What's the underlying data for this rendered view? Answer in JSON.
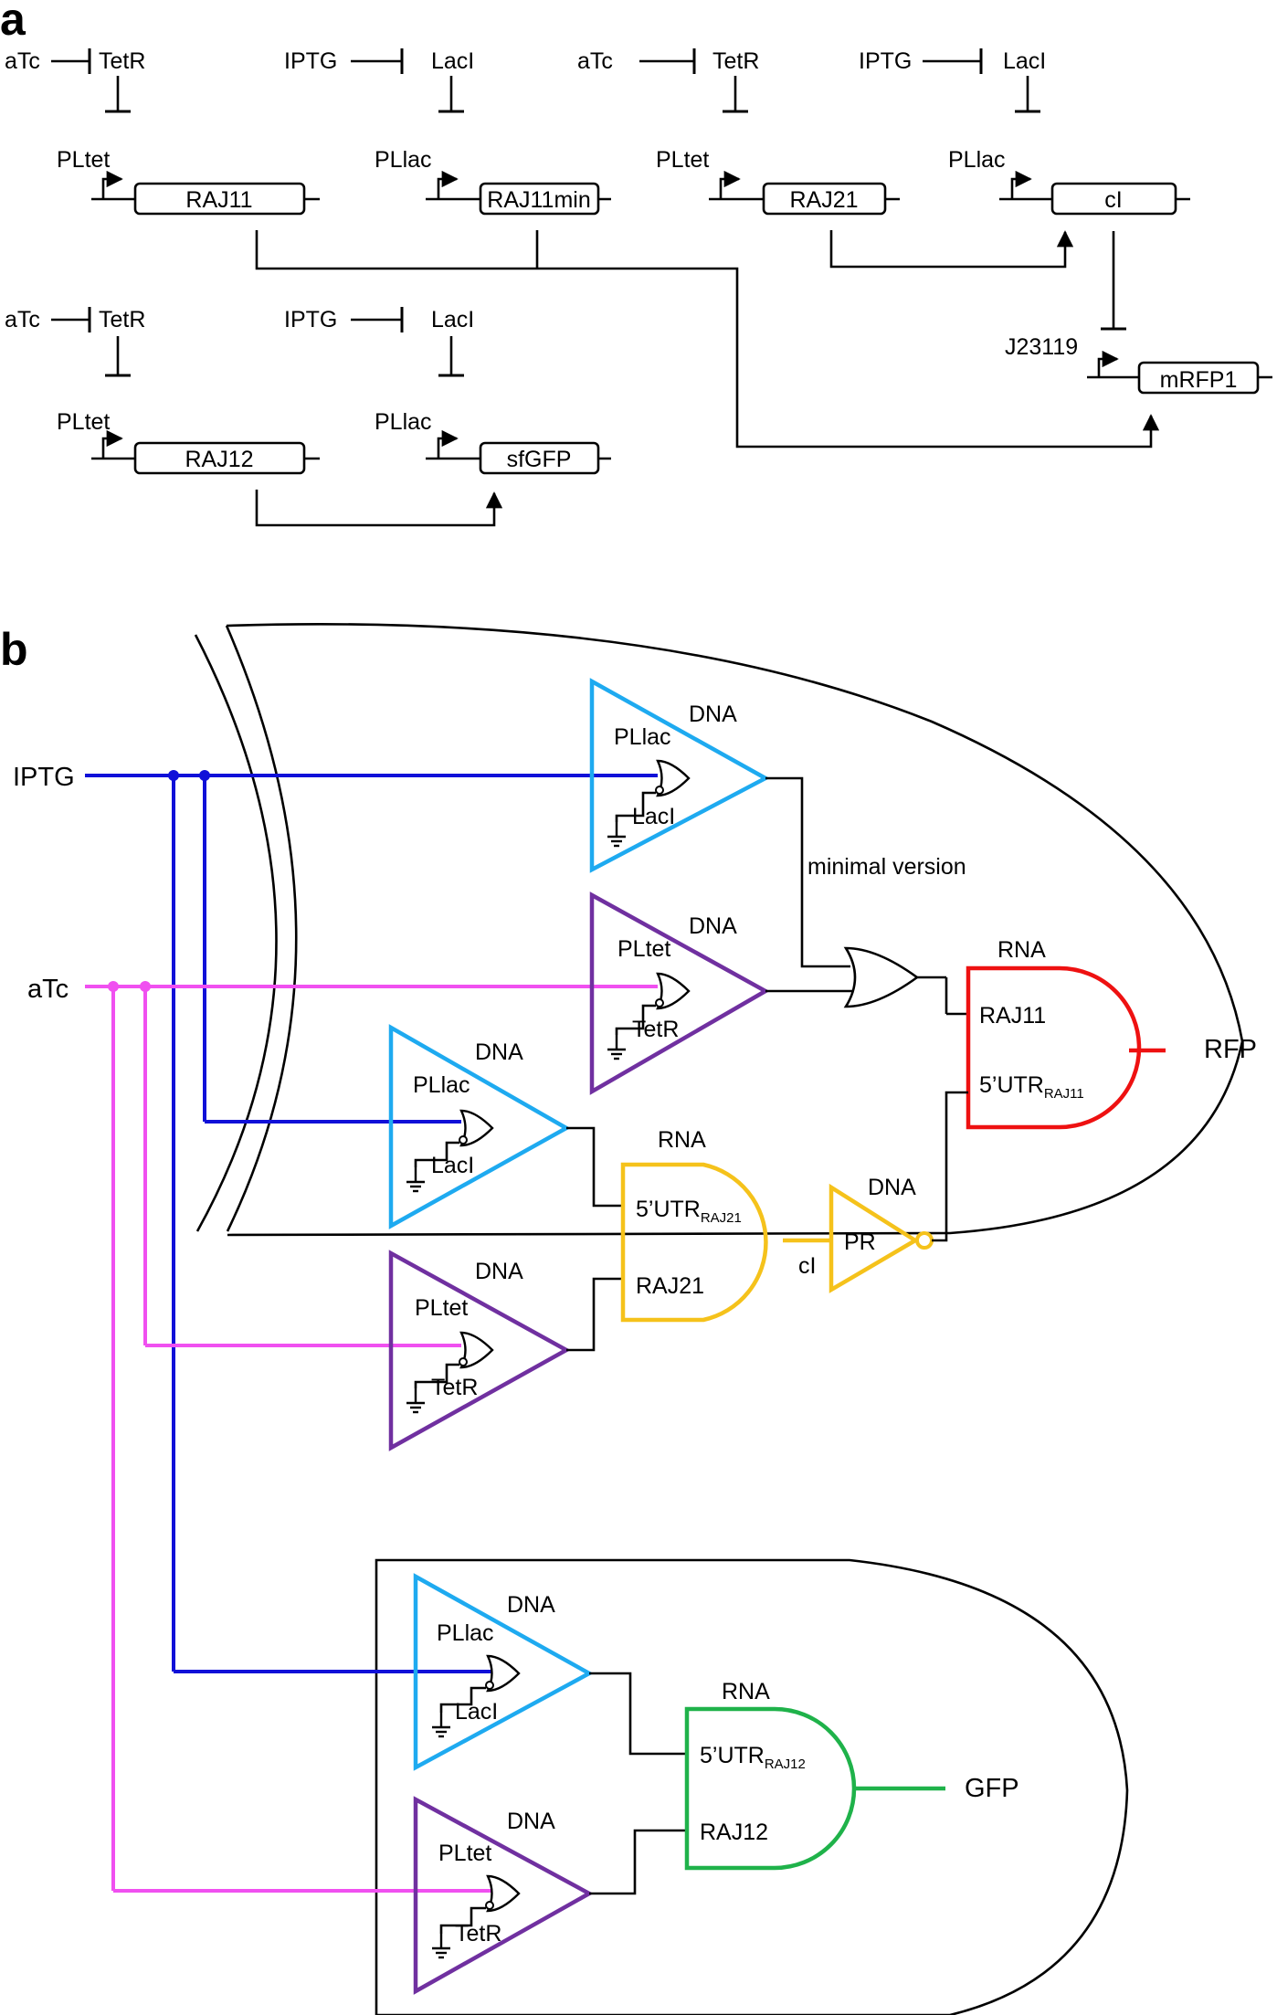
{
  "panels": {
    "a": "a",
    "b": "b"
  },
  "panel_a": {
    "row1": [
      {
        "inducer": "aTc",
        "repressor": "TetR",
        "promoter": "PLtet",
        "gene": "RAJ11"
      },
      {
        "inducer": "IPTG",
        "repressor": "LacI",
        "promoter": "PLlac",
        "gene": "RAJ11min"
      },
      {
        "inducer": "aTc",
        "repressor": "TetR",
        "promoter": "PLtet",
        "gene": "RAJ21"
      },
      {
        "inducer": "IPTG",
        "repressor": "LacI",
        "promoter": "PLlac",
        "gene": "cI"
      }
    ],
    "row2": [
      {
        "inducer": "aTc",
        "repressor": "TetR",
        "promoter": "PLtet",
        "gene": "RAJ12"
      },
      {
        "inducer": "IPTG",
        "repressor": "LacI",
        "promoter": "PLlac",
        "gene": "sfGFP"
      }
    ],
    "reporter": {
      "promoter": "J23119",
      "gene": "mRFP1"
    }
  },
  "panel_b": {
    "inputs": {
      "iptg": "IPTG",
      "atc": "aTc"
    },
    "dna": "DNA",
    "rna": "RNA",
    "plac": "PLlac",
    "ptet": "PLtet",
    "laci": "LacI",
    "tetr": "TetR",
    "minimal": "minimal version",
    "raj11": "RAJ11",
    "utr_main": "5’UTR",
    "utr_raj11_sub": "RAJ11",
    "utr_raj21_sub": "RAJ21",
    "utr_raj12_sub": "RAJ12",
    "raj21": "RAJ21",
    "raj12": "RAJ12",
    "ci": "cI",
    "pr": "PR",
    "rfp": "RFP",
    "gfp": "GFP",
    "colors": {
      "lac_dna": "#1eaaf0",
      "tet_dna": "#7030a0",
      "rfp_gate": "#ee1111",
      "ci_gate": "#f5c21b",
      "gfp_gate": "#1fb24a",
      "iptg_wire": "#1010d8",
      "atc_wire": "#f050f0"
    }
  }
}
